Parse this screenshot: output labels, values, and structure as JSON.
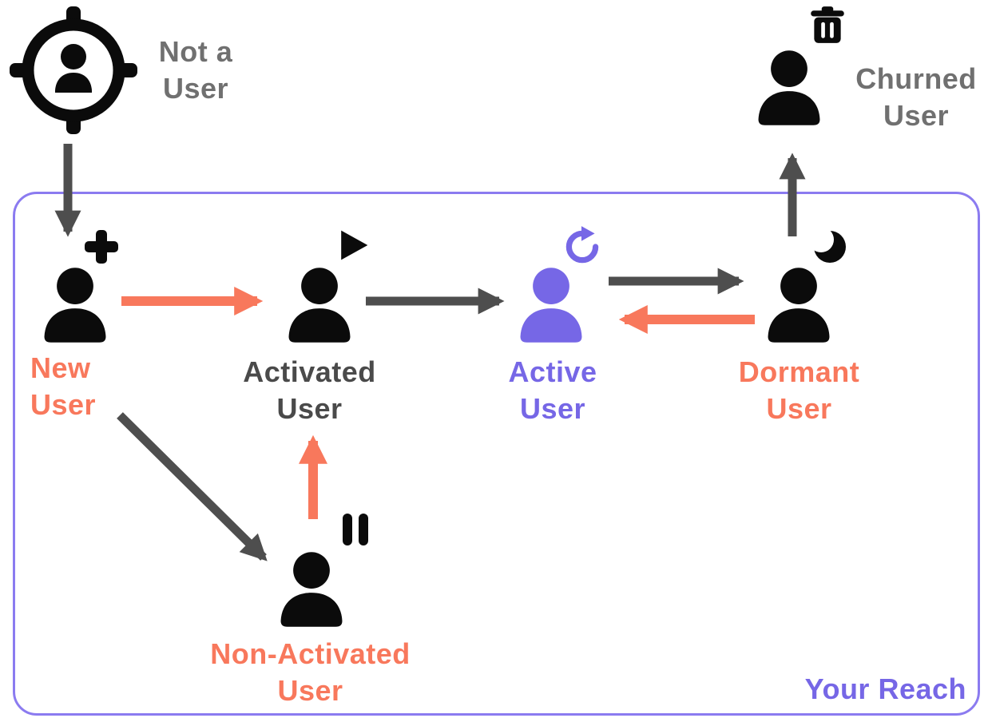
{
  "region": {
    "label": "Your Reach"
  },
  "nodes": {
    "not_a_user": {
      "line1": "Not a",
      "line2": "User",
      "icon": "crosshair-target-person"
    },
    "new_user": {
      "line1": "New",
      "line2": "User",
      "icon": "person-plus"
    },
    "activated_user": {
      "line1": "Activated",
      "line2": "User",
      "icon": "person-play"
    },
    "active_user": {
      "line1": "Active",
      "line2": "User",
      "icon": "person-refresh"
    },
    "dormant_user": {
      "line1": "Dormant",
      "line2": "User",
      "icon": "person-moon"
    },
    "churned_user": {
      "line1": "Churned",
      "line2": "User",
      "icon": "person-trash"
    },
    "non_activated_user": {
      "line1": "Non-Activated",
      "line2": "User",
      "icon": "person-pause"
    }
  },
  "edges": [
    {
      "from": "not_a_user",
      "to": "new_user",
      "color": "gray"
    },
    {
      "from": "new_user",
      "to": "activated_user",
      "color": "salmon"
    },
    {
      "from": "activated_user",
      "to": "active_user",
      "color": "gray"
    },
    {
      "from": "active_user",
      "to": "dormant_user",
      "color": "gray"
    },
    {
      "from": "dormant_user",
      "to": "active_user",
      "color": "salmon"
    },
    {
      "from": "dormant_user",
      "to": "churned_user",
      "color": "gray"
    },
    {
      "from": "new_user",
      "to": "non_activated_user",
      "color": "gray"
    },
    {
      "from": "non_activated_user",
      "to": "activated_user",
      "color": "salmon"
    }
  ],
  "colors": {
    "salmon": "#F8785C",
    "purple": "#7667E6",
    "border_purple": "#8B7BF0",
    "arrow_gray": "#4E4E4E",
    "label_gray": "#707070",
    "label_dark": "#4A4A4A",
    "icon_black": "#0B0B0B"
  }
}
